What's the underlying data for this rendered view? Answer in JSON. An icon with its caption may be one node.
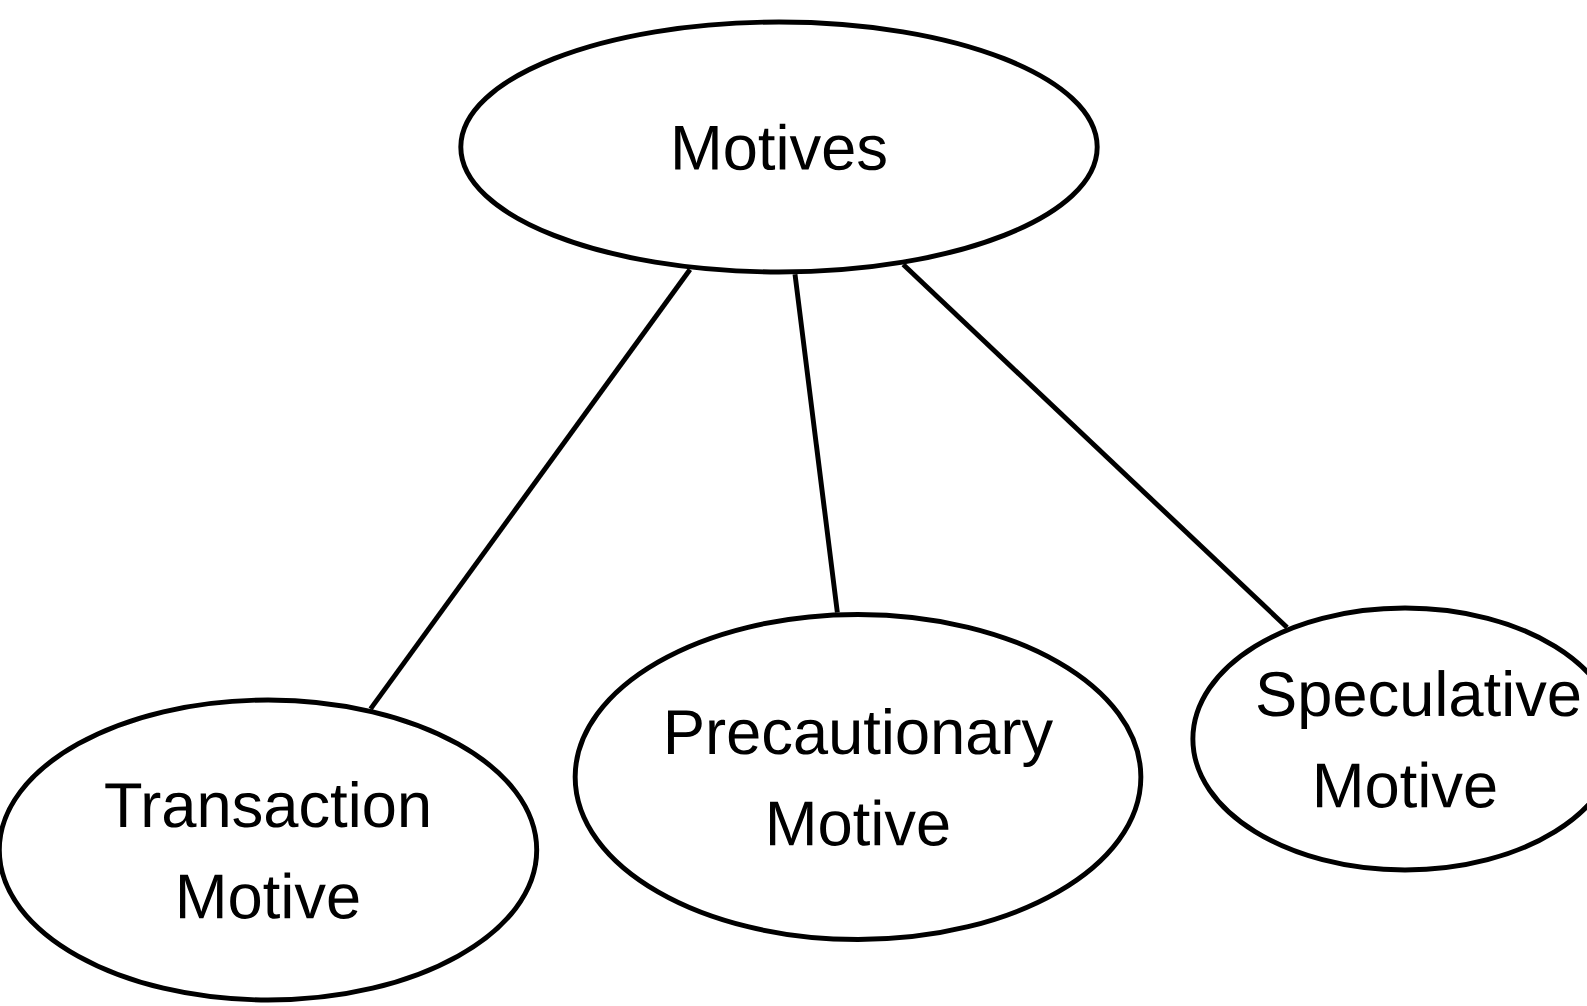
{
  "diagram": {
    "nodes": [
      {
        "text": [
          "Motives"
        ]
      },
      {
        "text": [
          "Transaction Motive"
        ]
      },
      {
        "text": [
          "Precautionary Motive"
        ]
      },
      {
        "text": [
          "Speculative Motive"
        ]
      }
    ],
    "edges": [
      {
        "from": 0,
        "to": 1,
        "arrow": "none"
      },
      {
        "from": 0,
        "to": 2,
        "arrow": "none"
      },
      {
        "from": 0,
        "to": 3,
        "arrow": "none"
      }
    ]
  }
}
